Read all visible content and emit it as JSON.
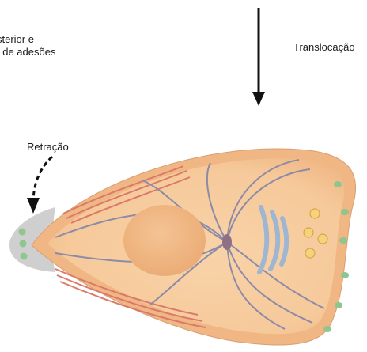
{
  "labels": {
    "cut_line1": "sterior e",
    "cut_line2": "/ de adesões",
    "translocation": "Translocação",
    "retraction": "Retração"
  },
  "colors": {
    "cell_body": "#f6c99a",
    "cell_edge": "#f0b785",
    "cell_outline": "#d99e72",
    "nucleus": "#efb27e",
    "trailing_tail": "#cfcfcf",
    "adhesion": "#8fc58f",
    "microtubule": "#8d8aa8",
    "centrosome": "#8f6f86",
    "stress_fiber": "#d97a6a",
    "golgi": "#9fb6d2",
    "vesicle": "#f3c36a"
  },
  "icons": {
    "translocation_arrow": "arrow-down-icon",
    "retraction_arrow": "dashed-curved-arrow-icon"
  }
}
